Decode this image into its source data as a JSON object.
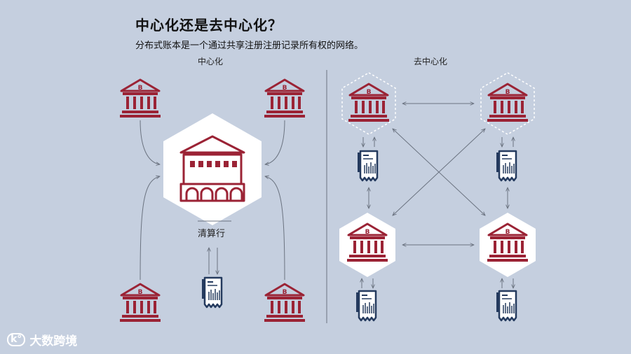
{
  "title": "中心化还是去中心化？",
  "subtitle": "分布式账本是一个通过共享注册注册记录所有权的网络。",
  "left_label": "中心化",
  "right_label": "去中心化",
  "clearing_label": "清算行",
  "bank_glyph": "B",
  "watermark": "大数跨境",
  "colors": {
    "background": "#c5cfdf",
    "bank": "#9b2335",
    "ledger": "#243a5e",
    "arrow": "#6b7380",
    "hexagon": "#ffffff"
  }
}
